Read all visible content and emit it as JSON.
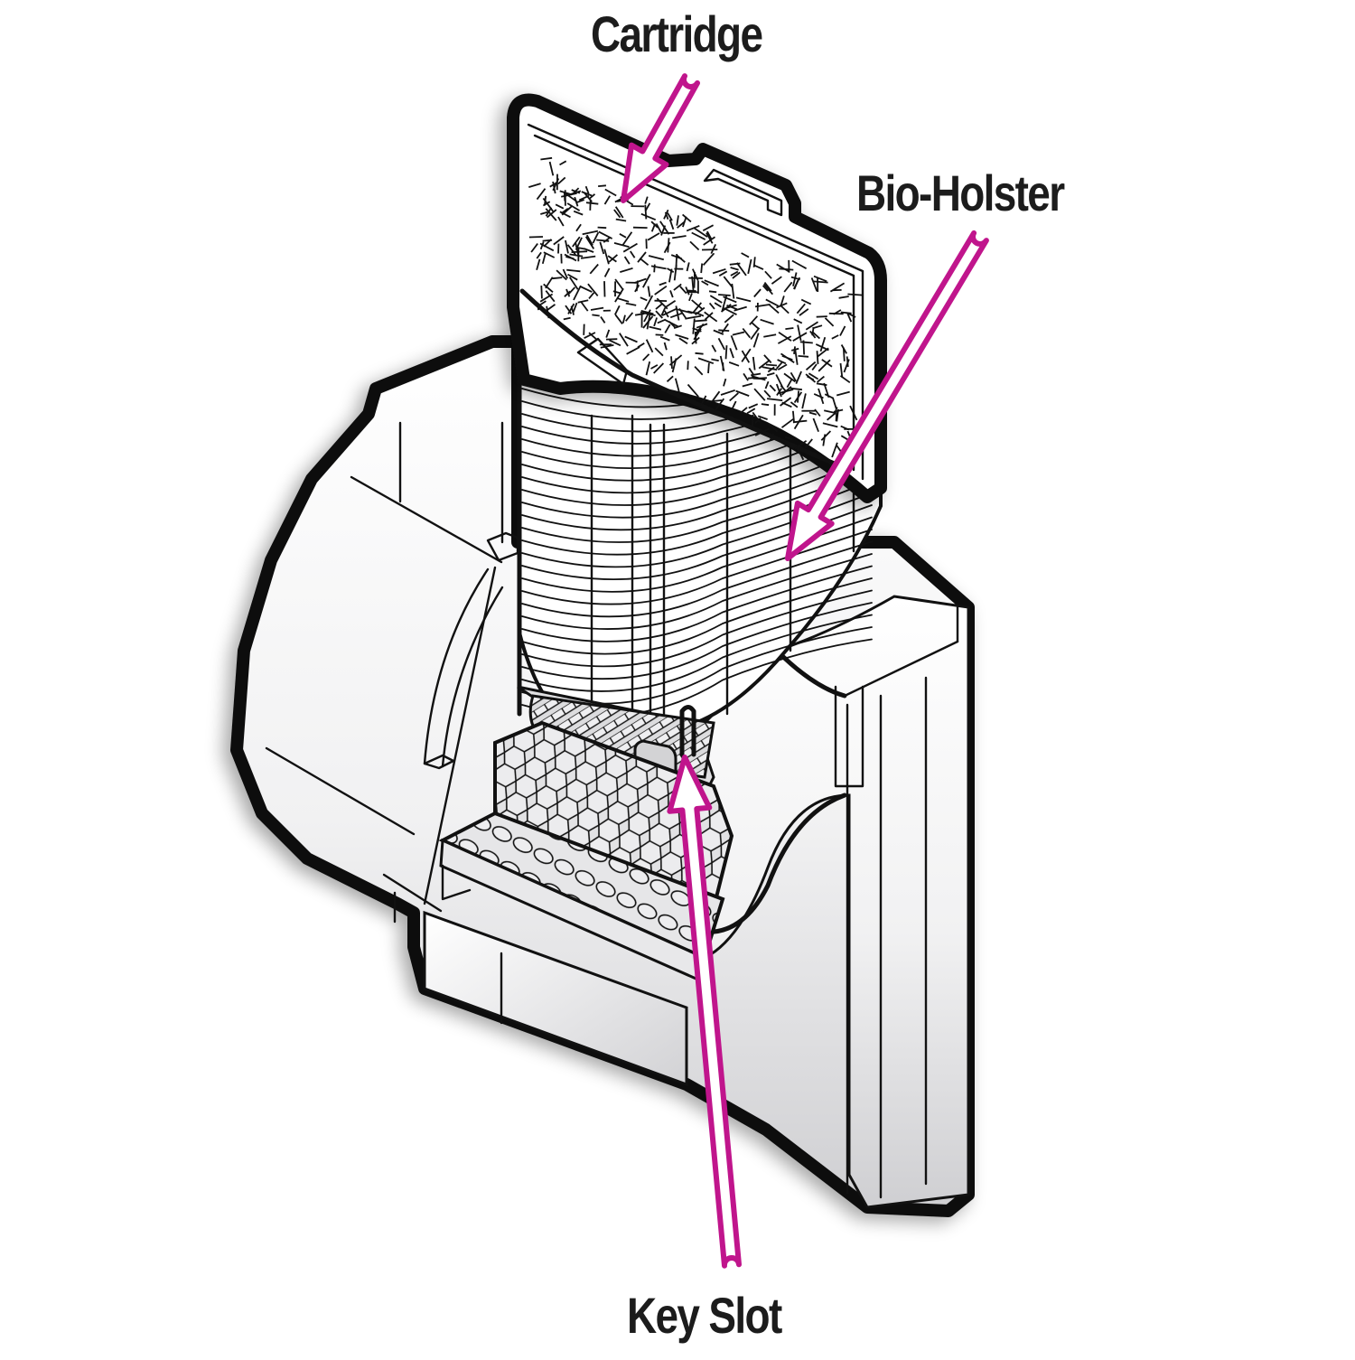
{
  "diagram": {
    "subject": "Filter cartridge cutaway",
    "accent_color": "#c0158c",
    "line_color": "#111111",
    "shade_color": "#d9d9db",
    "labels": [
      {
        "id": "cartridge",
        "text": "Cartridge",
        "points_to": "cartridge-media-panel"
      },
      {
        "id": "bio_holster",
        "text": "Bio-Holster",
        "points_to": "bio-holster-grid"
      },
      {
        "id": "key_slot",
        "text": "Key Slot",
        "points_to": "key-slot-post"
      }
    ],
    "parts": [
      "cartridge-media-panel",
      "bio-holster-grid",
      "key-slot-post",
      "honeycomb-pad",
      "perforated-tray",
      "ribbed-disc",
      "filter-housing"
    ]
  }
}
